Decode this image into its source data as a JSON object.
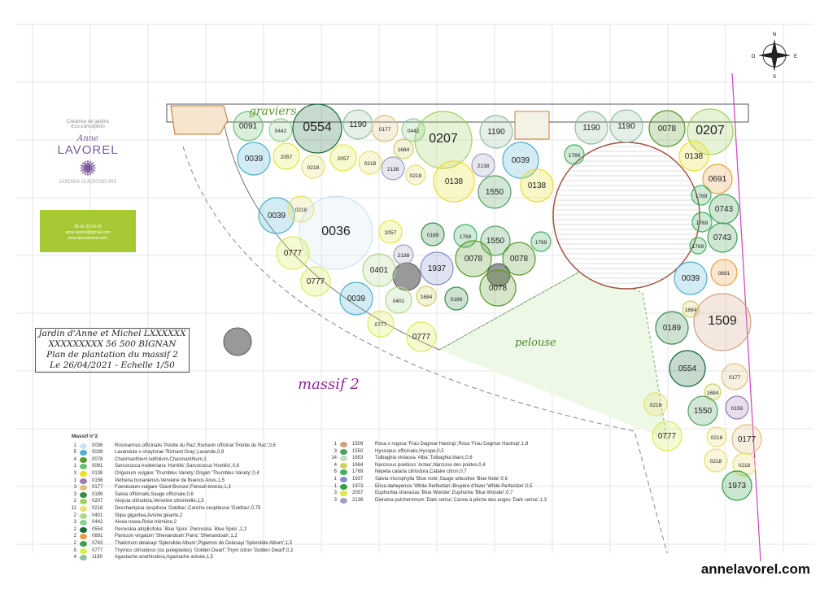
{
  "card": {
    "tagline1": "Créatrice de jardins",
    "tagline2": "Eco-conception",
    "first_name": "Anne",
    "last_name": "LAVOREL",
    "subtitle": "JARDINS GUERISSEURS",
    "phone": "06 42 33 58 41",
    "email": "anne.lavorel@gmail.com",
    "web": "www.annelavorel.com"
  },
  "title_block": {
    "line1": "Jardin d'Anne et Michel LXXXXXX",
    "line2": "XXXXXXXXX   56 500 BIGNAN",
    "line3": "Plan de plantation du massif 2",
    "line4": "Le 26/04/2021   -   Echelle 1/50"
  },
  "plan": {
    "graviers": "graviers",
    "pelouse": "pelouse",
    "massif": "massif 2",
    "compass": {
      "n": "N",
      "s": "S",
      "e": "E",
      "o": "O"
    },
    "labels": [
      "0091",
      "0442",
      "0554",
      "1190",
      "0177",
      "0442",
      "0207",
      "1190",
      "1190",
      "1190",
      "0078",
      "0207",
      "0039",
      "2057",
      "2057",
      "0218",
      "0218",
      "1684",
      "2138",
      "0218",
      "0138",
      "2138",
      "0039",
      "0138",
      "1769",
      "0138",
      "0691",
      "1550",
      "0039",
      "0218",
      "0036",
      "2057",
      "0189",
      "1769",
      "1550",
      "1769",
      "2138",
      "0401",
      "1937",
      "0078",
      "0078",
      "0078",
      "0777",
      "0777",
      "0039",
      "0401",
      "1684",
      "0189",
      "0777",
      "0777",
      "1769",
      "0743",
      "1769",
      "0743",
      "1769",
      "0691",
      "0039",
      "1684",
      "0189",
      "1509",
      "0554",
      "0177",
      "1684",
      "0218",
      "1550",
      "0156",
      "0777",
      "0218",
      "0177",
      "0218",
      "0218",
      "1973"
    ]
  },
  "legend": {
    "title": "Massif n°2",
    "col1": [
      {
        "q": "1",
        "code": "0036",
        "name": "Rosmarinus officinalis 'Pointe du Raz',Romarin officinal 'Pointe du Raz',0,6",
        "color": "#cfe3f0"
      },
      {
        "q": "5",
        "code": "0039",
        "name": "Lavandula x chaytorae 'Richard Gray',Lavande,0,8",
        "color": "#4fb0d0"
      },
      {
        "q": "4",
        "code": "0078",
        "name": "Chasmanthium latifolium,Chasmanthium,1",
        "color": "#5a9a2a"
      },
      {
        "q": "1",
        "code": "0091",
        "name": "Sarcococca hookeriana 'Humilis',Sarcococca 'Humilis',0,6",
        "color": "#6cc070"
      },
      {
        "q": "3",
        "code": "0138",
        "name": "Origanum vulgare 'Thumbles Variety',Origan 'Thumbles Variety',0,4",
        "color": "#e8e020"
      },
      {
        "q": "1",
        "code": "0156",
        "name": "Verbena bonariensis,Verveine de Buenos Aires,1,5",
        "color": "#9a7ab0"
      },
      {
        "q": "3",
        "code": "0177",
        "name": "Foeniculum vulgare 'Giant Bronze',Fenouil bronze,1,3",
        "color": "#e0c080"
      },
      {
        "q": "3",
        "code": "0189",
        "name": "Salvia officinalis,Sauge officinale,0,6",
        "color": "#3a8a4a"
      },
      {
        "q": "2",
        "code": "0207",
        "name": "Aloysia citriodora,Verveine citronnelle,1,5",
        "color": "#a0d060"
      },
      {
        "q": "11",
        "code": "0218",
        "name": "Deschampsia cespitosa 'Goldtau',Canche cespiteuse  'Goldtau',0,75",
        "color": "#e8e070"
      },
      {
        "q": "2",
        "code": "0401",
        "name": "Stipa gigantea,Avoine géante,2",
        "color": "#b0d890"
      },
      {
        "q": "3",
        "code": "0442",
        "name": "Alcea rosea,Rose trémière,2",
        "color": "#90d090"
      },
      {
        "q": "2",
        "code": "0554",
        "name": "Perovskia atriplicifolia `Blue Spire`,Perovskia `Blue Spire`,1,2",
        "color": "#1a6a3a"
      },
      {
        "q": "2",
        "code": "0691",
        "name": "Panicum virgatum 'Shenandoah',Panic 'Shenandoah',1,2",
        "color": "#e8a040"
      },
      {
        "q": "2",
        "code": "0743",
        "name": "Thalictrum delavayi 'Splendide Album',Pigamon de Delavayi 'Splendide Album',1,5",
        "color": "#40a050"
      },
      {
        "q": "5",
        "code": "0777",
        "name": "Thymus citriodorus (ou pulegioides) 'Golden Dwarf',Thym citron 'Golden Dwarf',0,2",
        "color": "#d8ec50"
      },
      {
        "q": "4",
        "code": "1190",
        "name": "Agastache anethiodora,Agastache anisée,1,5",
        "color": "#90c0a0"
      }
    ],
    "col2": [
      {
        "q": "1",
        "code": "1509",
        "name": "Rosa x rugosa 'Frau Dagmar Hastrup',Rosa 'Frau Dagmar Hastrup',1,8",
        "color": "#d0a080"
      },
      {
        "q": "3",
        "code": "1550",
        "name": "Hyssopus officinalis,Hysope,0,5",
        "color": "#50a060"
      },
      {
        "q": "14",
        "code": "1653",
        "name": "Tulbaghia violacea 'Alba',Tulbaghia blanc,0,6",
        "color": "#c0e0c0"
      },
      {
        "q": "4",
        "code": "1684",
        "name": "Narcissus poeticus 'Actea',Narcisse des poètes,0,4",
        "color": "#d0d060"
      },
      {
        "q": "6",
        "code": "1769",
        "name": "Nepeta cataria citriodora,Cataire citron,0,7",
        "color": "#40b060"
      },
      {
        "q": "1",
        "code": "1937",
        "name": "Salvia microphylla 'Blue note',Sauge arbustive 'Blue Note',0,6",
        "color": "#8090d0"
      },
      {
        "q": "1",
        "code": "1973",
        "name": "Erica darleyensis 'White Perfection',Bruyère d'hiver 'White Perfection',0,5",
        "color": "#30a040"
      },
      {
        "q": "3",
        "code": "2057",
        "name": "Euphorbia characias 'Blue Wonder',Euphorbe 'Blue Wonder',0,7",
        "color": "#e0e840"
      },
      {
        "q": "3",
        "code": "2138",
        "name": "Dierama pulcherrimum 'Dark cerise',Canne à pêche des anges 'Dark cerise',1,3",
        "color": "#a0a0c0"
      }
    ]
  },
  "footer": {
    "site": "annelavorel.com"
  },
  "colors": {
    "green": "#a6c832",
    "purple": "#8a2a9a",
    "grid": "#e6e6e6"
  }
}
